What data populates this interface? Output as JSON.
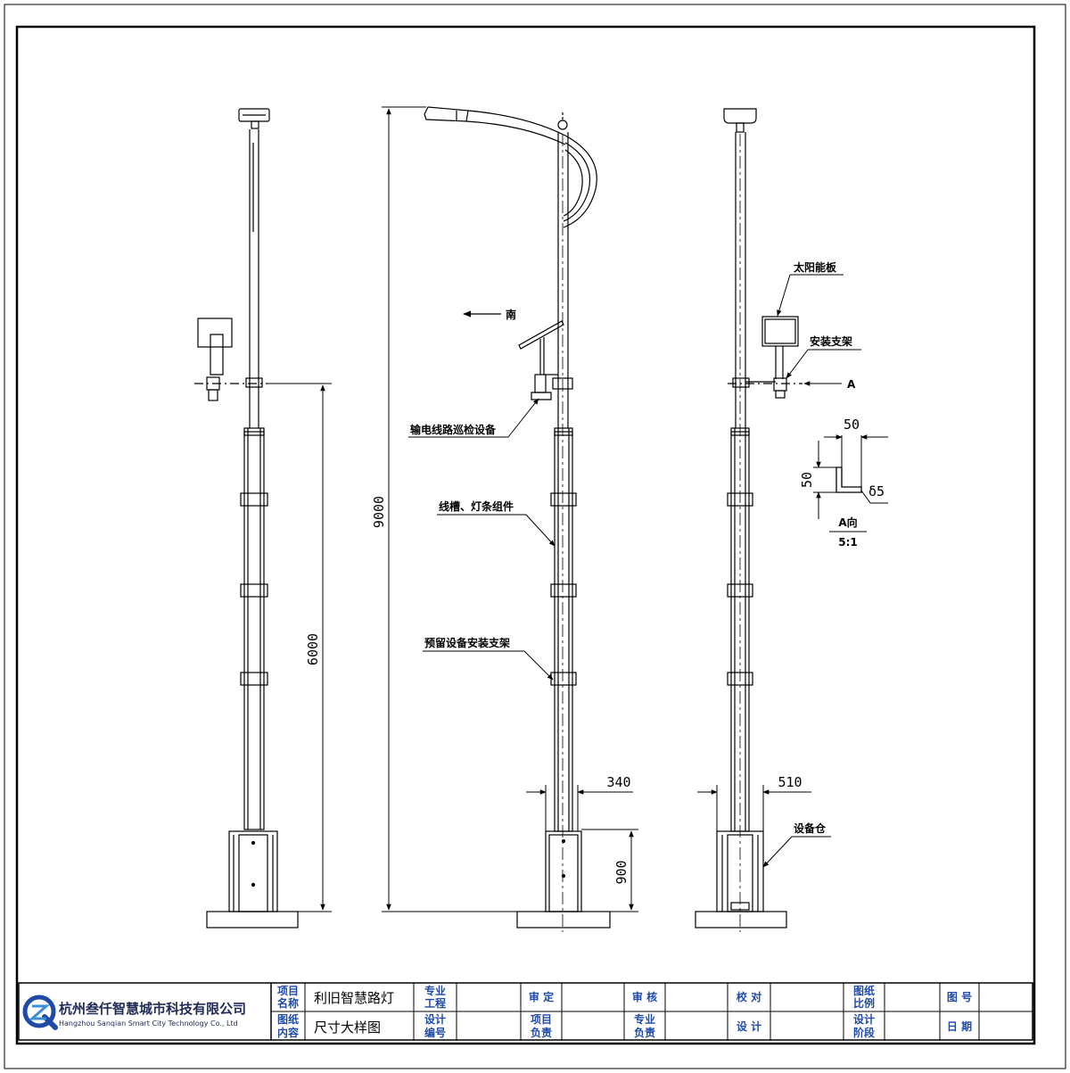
{
  "drawing": {
    "labels": {
      "south": "南",
      "solar_panel": "太阳能板",
      "mount_bracket": "安装支架",
      "section_marker": "A",
      "inspection_device": "输电线路巡检设备",
      "cable_trough": "线槽、灯条组件",
      "reserved_bracket": "预留设备安装支架",
      "equipment_cabin": "设备仓",
      "view_a": "A向",
      "view_a_scale": "5:1"
    },
    "dimensions": {
      "pole_total_height": "9000",
      "bracket_height": "6000",
      "pole_diameter_side": "340",
      "pole_diameter_back": "510",
      "cabin_height": "900",
      "angle_width": "50",
      "angle_height": "50",
      "angle_thickness": "δ5"
    }
  },
  "title_block": {
    "company_cn": "杭州叁仟智慧城市科技有限公司",
    "company_en": "Hangzhou Sanqian Smart City Technology Co., Ltd",
    "project_name_label": [
      "项目",
      "名称"
    ],
    "project_name": "利旧智慧路灯",
    "drawing_content_label": [
      "图纸",
      "内容"
    ],
    "drawing_content": "尺寸大样图",
    "discipline_label": [
      "专业",
      "工程"
    ],
    "design_no_label": [
      "设计",
      "编号"
    ],
    "approve_label": "审 定",
    "project_lead_label": [
      "项目",
      "负责"
    ],
    "review_label": "审 核",
    "discipline_lead_label": [
      "专业",
      "负责"
    ],
    "check_label": "校 对",
    "design_label": "设 计",
    "scale_label": [
      "图纸",
      "比例"
    ],
    "stage_label": [
      "设计",
      "阶段"
    ],
    "drawing_no_label": "图 号",
    "date_label": "日 期"
  },
  "colors": {
    "line": "#000000",
    "title_block_text": "#1f4aa8",
    "logo": "#1f4aa8"
  }
}
